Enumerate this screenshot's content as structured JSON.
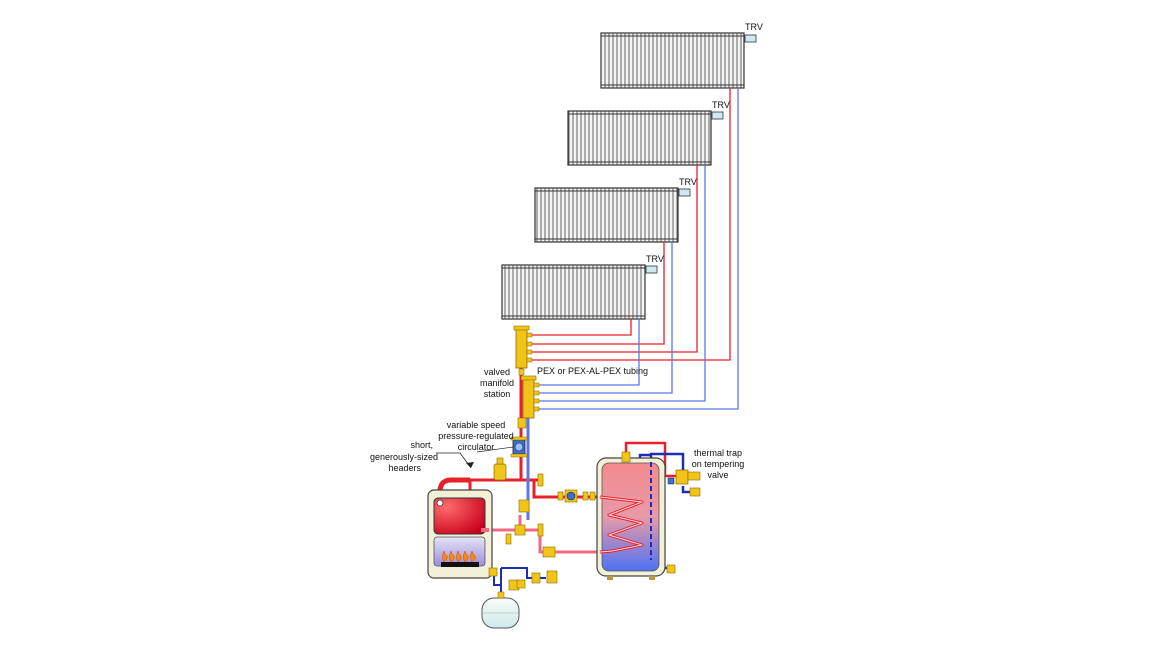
{
  "labels": {
    "trv": "TRV",
    "tubing": "PEX or PEX-AL-PEX tubing",
    "manifold": [
      "valved",
      "manifold",
      "station"
    ],
    "circulator": [
      "variable speed",
      "pressure-regulated",
      "circulator"
    ],
    "headers": [
      "short,",
      "generously-sized",
      "headers"
    ],
    "thermal_trap": [
      "thermal trap",
      "on tempering",
      "valve"
    ]
  },
  "colors": {
    "supply": "#e8202a",
    "return": "#5a78e8",
    "cold": "#1b2fb0",
    "brass": "#f0c419",
    "radiator_fill": "#f2f2f2",
    "tank_hot": "#f08a90",
    "tank_cold": "#5b7ef5",
    "boiler_hot": "#d8001a"
  },
  "icons": [
    "radiator-icon",
    "trv-icon",
    "manifold-icon",
    "circulator-pump-icon",
    "boiler-icon",
    "burner-flame-icon",
    "storage-tank-icon",
    "expansion-tank-icon",
    "valve-icon",
    "mixing-valve-icon"
  ]
}
